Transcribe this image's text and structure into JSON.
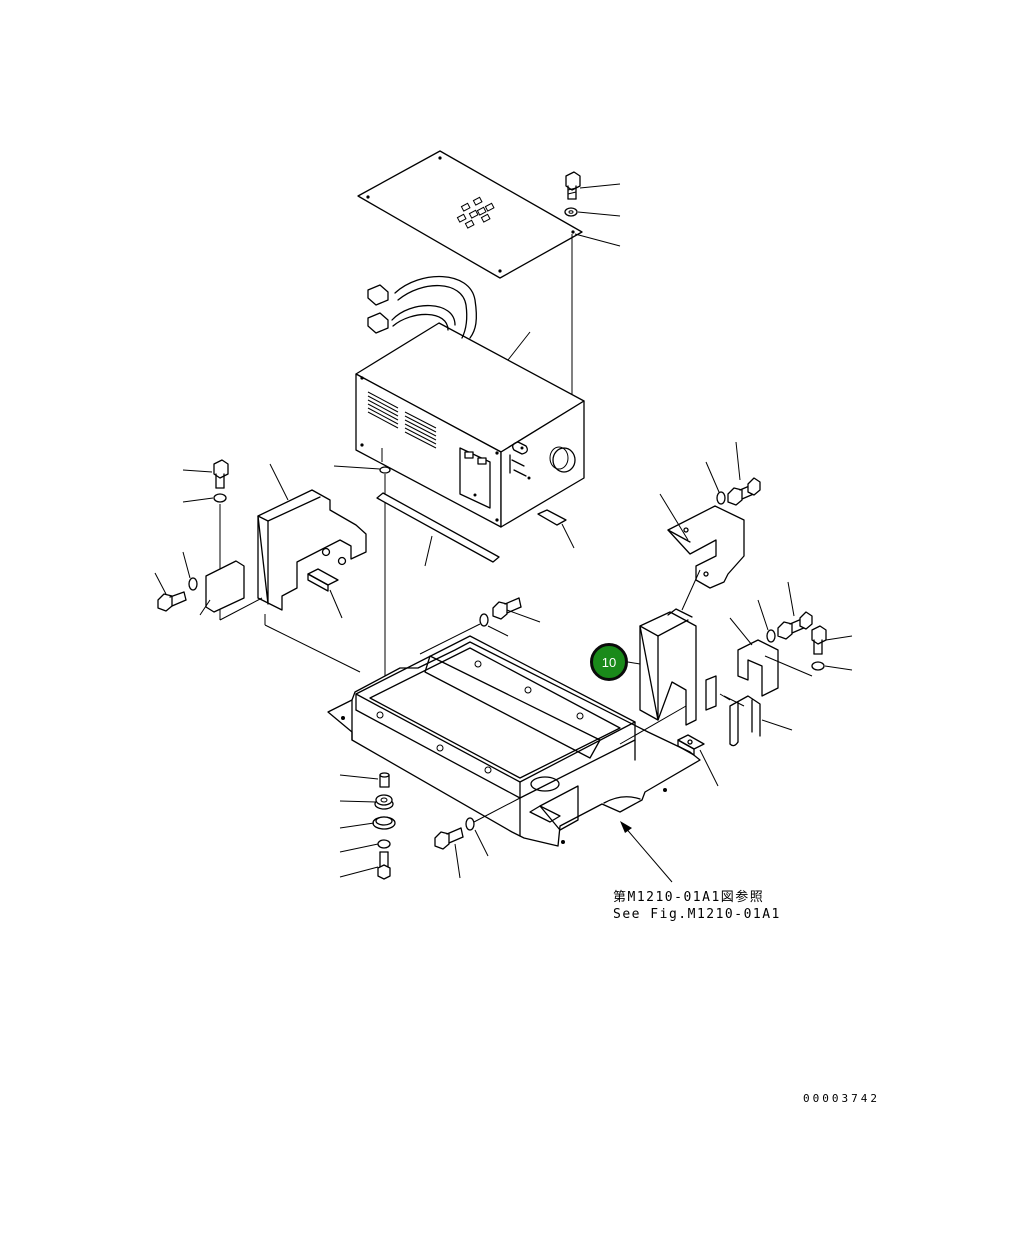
{
  "reference_note": {
    "japanese": "第M1210-01A1図参照",
    "english": "See Fig.M1210-01A1"
  },
  "drawing_number": "00003742",
  "callouts": [
    {
      "label": "10",
      "color": "#1a8a1a"
    }
  ]
}
